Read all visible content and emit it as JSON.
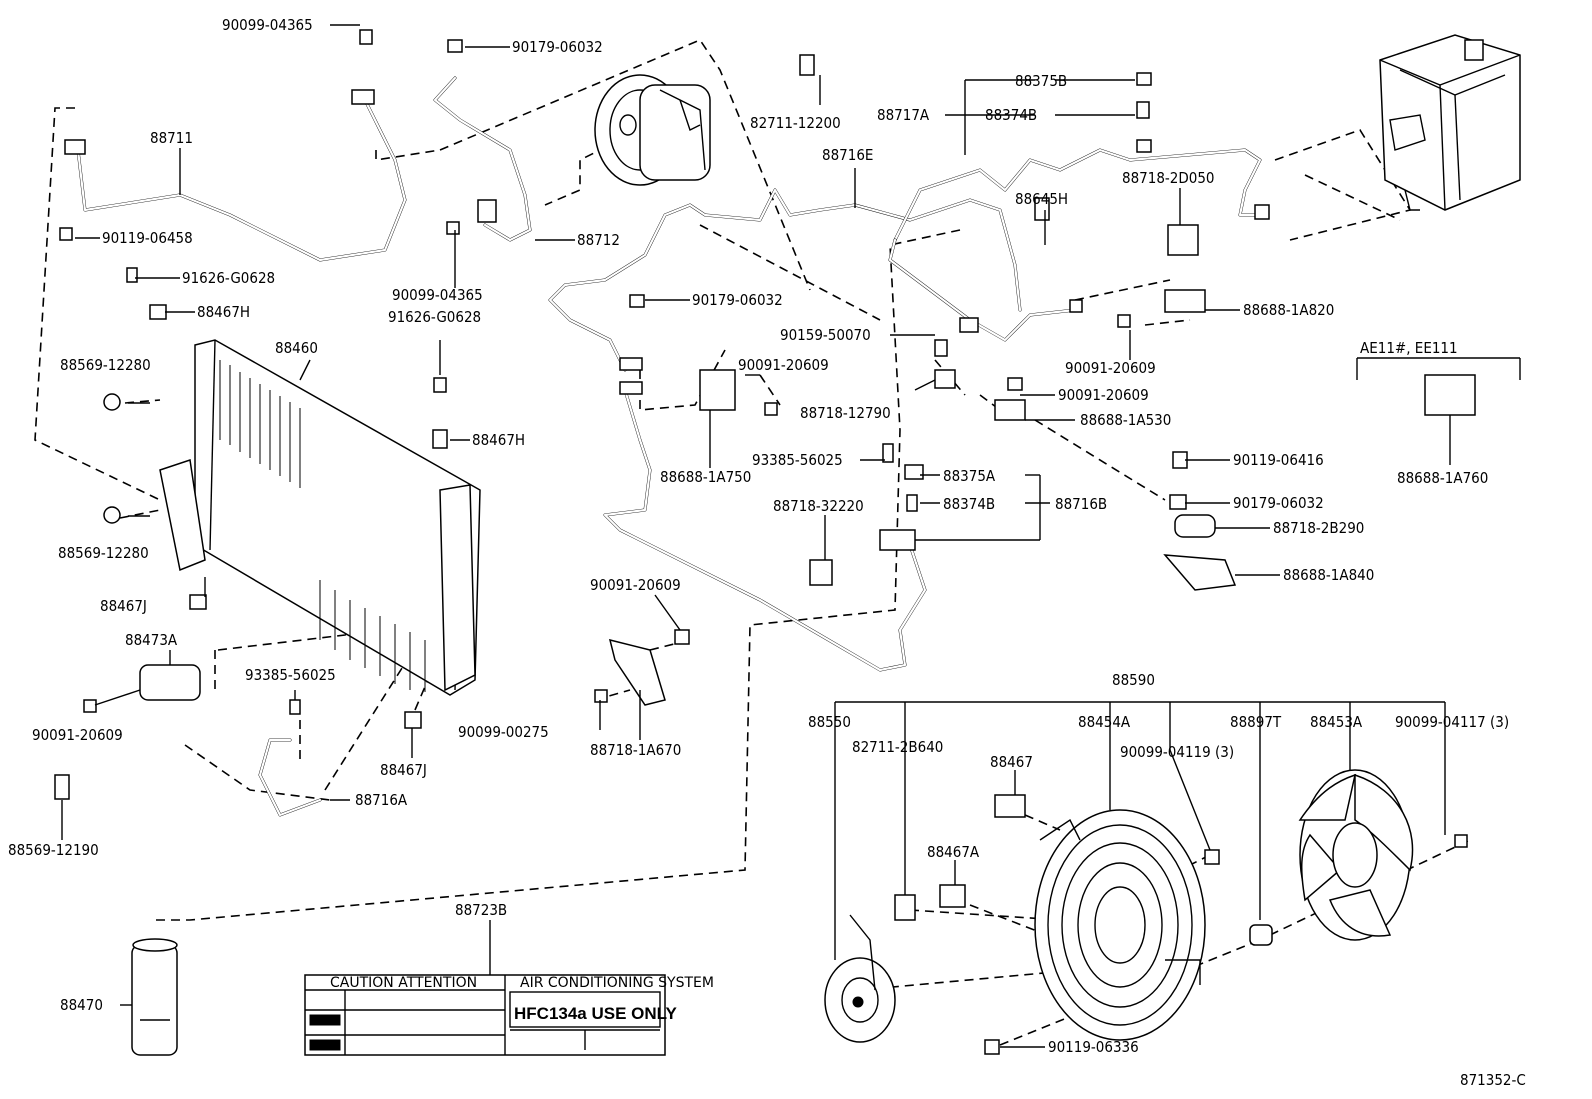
{
  "diagram_code": "871352-C",
  "parts": {
    "p90099_04365_top": "90099-04365",
    "p90179_06032_top": "90179-06032",
    "p82711_12200": "82711-12200",
    "p88375B": "88375B",
    "p88717A": "88717A",
    "p88374B_top": "88374B",
    "p88711": "88711",
    "p88716E": "88716E",
    "p88718_2D050": "88718-2D050",
    "p88645H": "88645H",
    "p90119_06458": "90119-06458",
    "p88712": "88712",
    "p91626_G0628_a": "91626-G0628",
    "p90099_04365_mid": "90099-04365",
    "p88467H_a": "88467H",
    "p91626_G0628_b": "91626-G0628",
    "p90179_06032_mid": "90179-06032",
    "p88688_1A820": "88688-1A820",
    "p88460": "88460",
    "p90159_50070": "90159-50070",
    "p90091_20609_r": "90091-20609",
    "p88569_12280_a": "88569-12280",
    "p90091_20609_m": "90091-20609",
    "p90091_20609_r2": "90091-20609",
    "p88718_12790": "88718-12790",
    "p88688_1A530": "88688-1A530",
    "p88467H_b": "88467H",
    "p93385_56025_a": "93385-56025",
    "p88688_1A750": "88688-1A750",
    "p90119_06416": "90119-06416",
    "p88375A": "88375A",
    "p88374B_mid": "88374B",
    "p88716B": "88716B",
    "p90179_06032_r": "90179-06032",
    "p88718_32220": "88718-32220",
    "p88718_2B290": "88718-2B290",
    "p88569_12280_b": "88569-12280",
    "p88688_1A840": "88688-1A840",
    "p88467J_a": "88467J",
    "p90091_20609_c": "90091-20609",
    "p88473A": "88473A",
    "p93385_56025_b": "93385-56025",
    "p90091_20609_l": "90091-20609",
    "p90099_00275": "90099-00275",
    "p88718_1A670": "88718-1A670",
    "p88467J_b": "88467J",
    "p88716A": "88716A",
    "p88569_12190": "88569-12190",
    "p88590": "88590",
    "p88550": "88550",
    "p88454A": "88454A",
    "p88897T": "88897T",
    "p88453A": "88453A",
    "p82711_2B640": "82711-2B640",
    "p90099_04119": "90099-04119 (3)",
    "p90099_04117": "90099-04117 (3)",
    "p88467": "88467",
    "p88467A": "88467A",
    "p88723B": "88723B",
    "p88470": "88470",
    "p90119_06336": "90119-06336",
    "p88688_1A760": "88688-1A760",
    "variant": "AE11#, EE111"
  },
  "caution_label": {
    "header": "CAUTION  ATTENTION",
    "right_header": "AIR CONDITIONING SYSTEM",
    "main_text": "HFC134a USE ONLY"
  }
}
